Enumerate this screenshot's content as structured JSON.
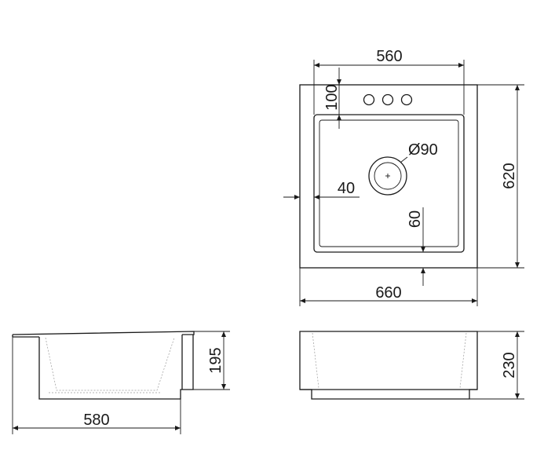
{
  "dimensions": {
    "top_width": "560",
    "tap_offset": "100",
    "drain_diameter": "Ø90",
    "side_margin": "40",
    "front_margin": "60",
    "overall_depth": "620",
    "overall_width": "660",
    "side_height": "195",
    "side_length": "580",
    "front_height": "230"
  }
}
